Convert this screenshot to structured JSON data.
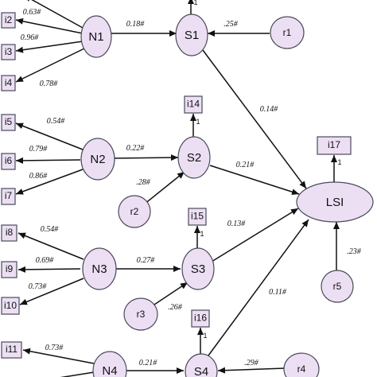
{
  "nodes": {
    "i2": "i2",
    "i3": "i3",
    "i4": "i4",
    "i5": "i5",
    "i6": "i6",
    "i7": "i7",
    "i8": "i8",
    "i9": "i9",
    "i10": "i10",
    "i11": "i11",
    "i14": "i14",
    "i15": "i15",
    "i16": "i16",
    "i17": "i17",
    "N1": "N1",
    "N2": "N2",
    "N3": "N3",
    "N4": "N4",
    "S1": "S1",
    "S2": "S2",
    "S3": "S3",
    "S4": "S4",
    "LSI": "LSI",
    "r1": "r1",
    "r2": "r2",
    "r3": "r3",
    "r4": "r4",
    "r5": "r5"
  },
  "edges": {
    "n1_i2": "0.63#",
    "n1_i3": "0.96#",
    "n1_i4": "0.78#",
    "n2_i5": "0.54#",
    "n2_i6": "0.79#",
    "n2_i7": "0.86#",
    "n3_i8": "0.54#",
    "n3_i9": "0.69#",
    "n3_i10": "0.73#",
    "n4_i11": "0.73#",
    "n1_s1": "0.18#",
    "n2_s2": "0.22#",
    "n3_s3": "0.27#",
    "n4_s4": "0.21#",
    "r1_s1": ".25#",
    "r2_s2": ".28#",
    "r3_s3": ".26#",
    "r4_s4": ".29#",
    "r5_lsi": ".23#",
    "s1_lsi": "0.14#",
    "s2_lsi": "0.21#",
    "s3_lsi": "0.13#",
    "s4_lsi": "0.11#",
    "one": "1"
  }
}
